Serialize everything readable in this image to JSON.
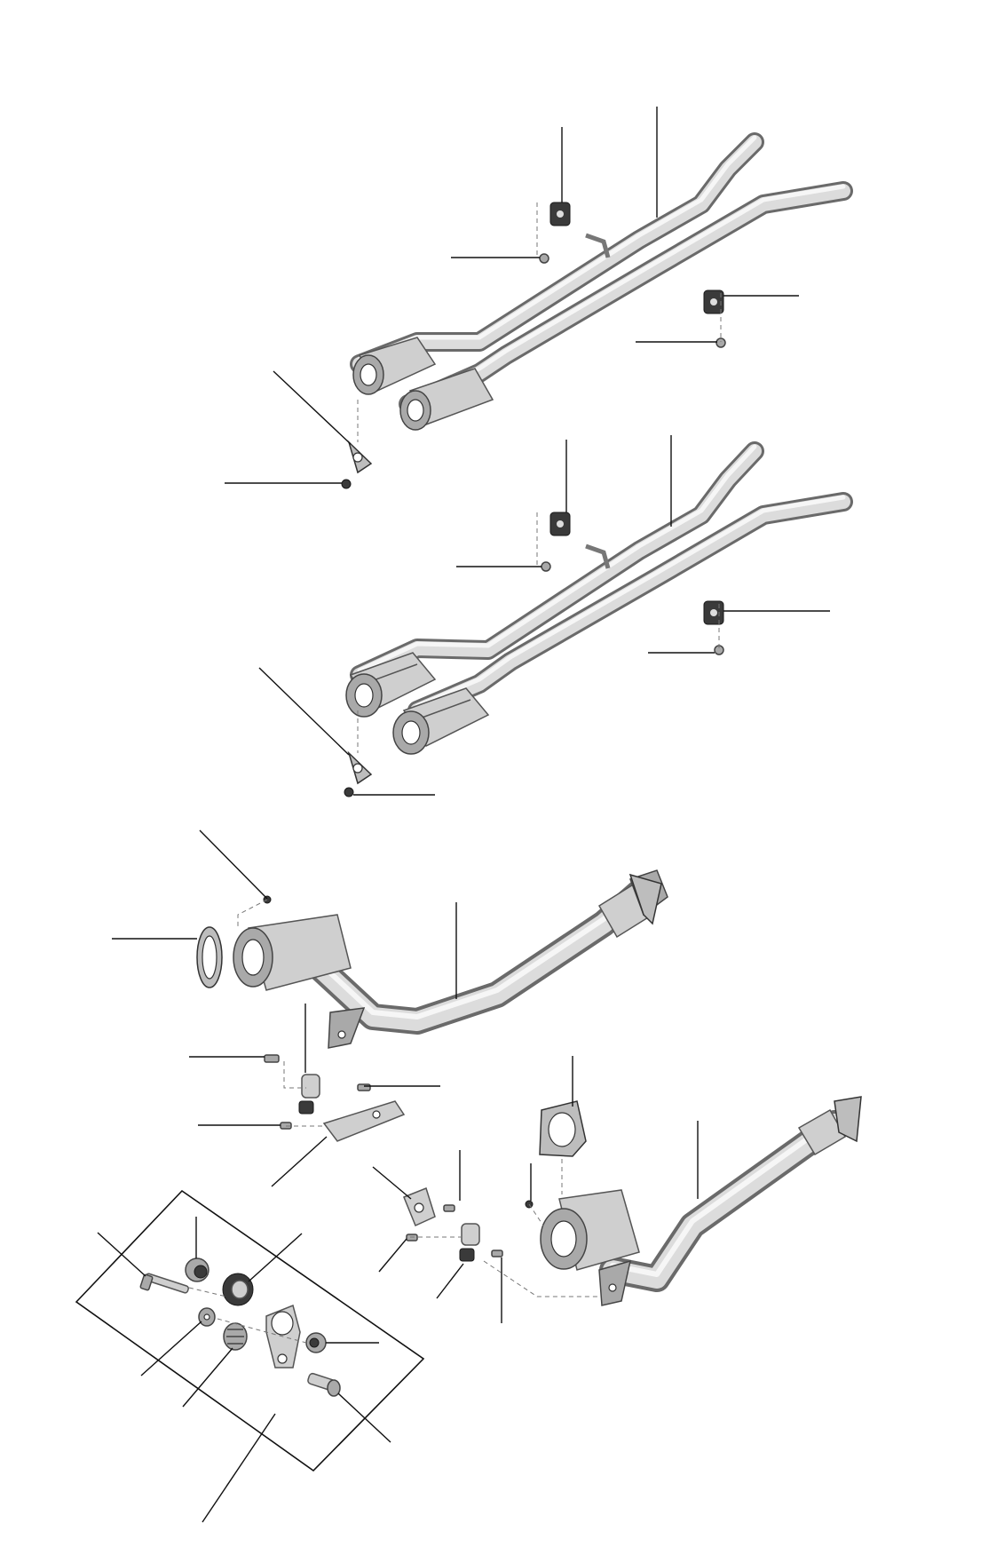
{
  "diagram": {
    "colors": {
      "background": "#ffffff",
      "line": "#111111",
      "metal": "#cfcfcf",
      "metal_shadow": "#6a6a6a",
      "rubber": "#3a3a3a"
    },
    "groups": [
      "exhaust-y-pipe-with-resonators",
      "exhaust-y-pipe-with-catalytic-converters",
      "front-downpipe-catalytic-converter-right",
      "front-downpipe-catalytic-converter-left",
      "hanger-bushing-kit"
    ],
    "labels_printed": []
  }
}
